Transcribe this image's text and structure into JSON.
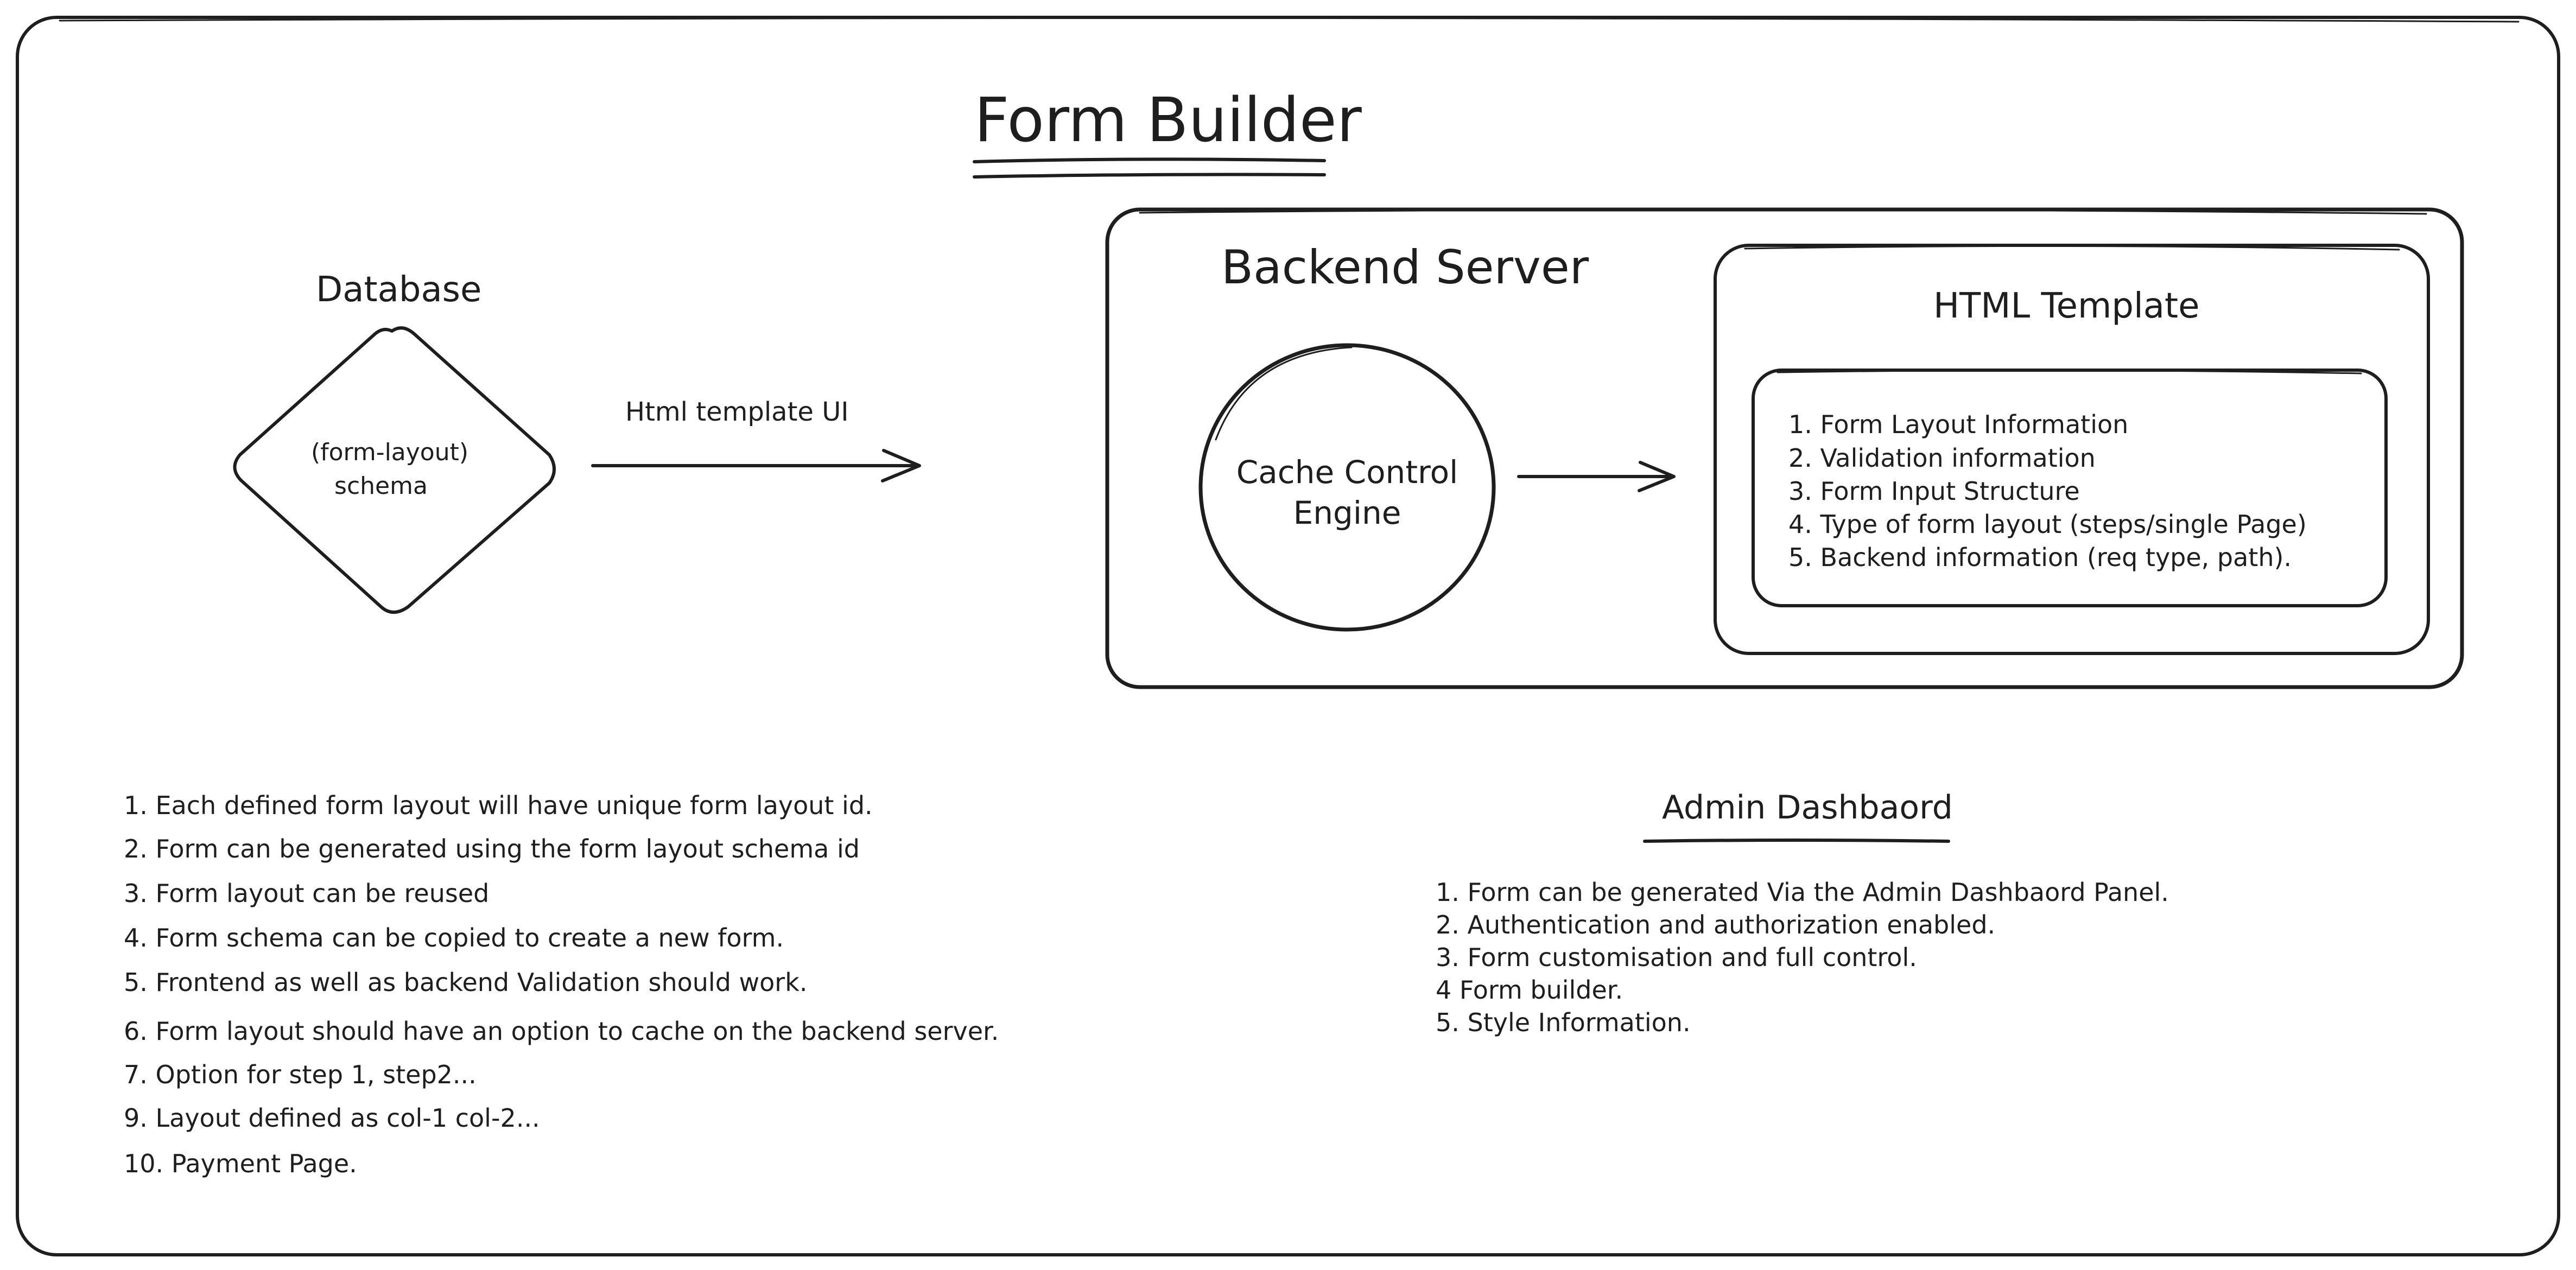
{
  "title": "Form Builder",
  "database": {
    "label": "Database",
    "shape_line1": "(form-layout)",
    "shape_line2": "schema"
  },
  "arrow_label": "Html template UI",
  "backend": {
    "title": "Backend Server",
    "engine_line1": "Cache Control",
    "engine_line2": "Engine",
    "template_title": "HTML Template",
    "template_items": [
      "1. Form Layout Information",
      "2. Validation information",
      "3. Form Input Structure",
      "4. Type of form layout (steps/single Page)",
      "5. Backend information (req type, path)."
    ]
  },
  "requirements": [
    "1. Each defined form layout will have unique form layout id.",
    "2. Form can be generated using the form layout schema id",
    "3. Form layout can be reused",
    "4. Form schema can be copied to create a new form.",
    "5. Frontend as well as backend Validation should work.",
    "6. Form layout should have an option to cache on the backend  server.",
    "7. Option for step 1, step2...",
    "9. Layout defined as col-1 col-2...",
    "10. Payment Page."
  ],
  "admin": {
    "title": "Admin Dashbaord",
    "items": [
      "1.  Form can be generated Via the Admin Dashbaord Panel.",
      "2. Authentication and authorization enabled.",
      "3. Form customisation and full control.",
      "4  Form builder.",
      "5. Style Information."
    ]
  }
}
